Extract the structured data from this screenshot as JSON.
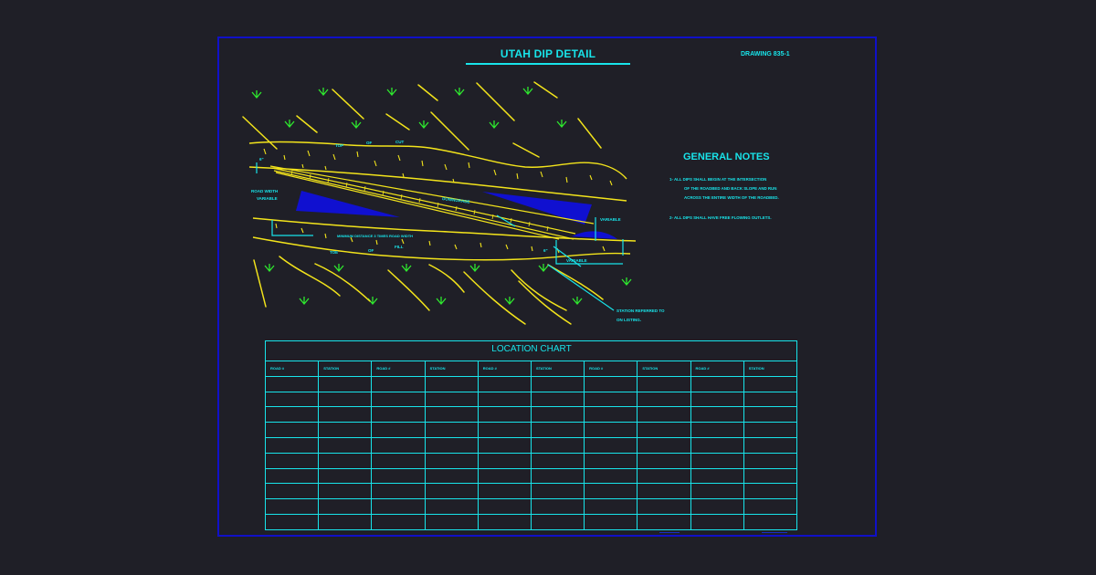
{
  "title": "UTAH DIP DETAIL",
  "drawing_number": "DRAWING 835-1",
  "general_notes": {
    "heading": "GENERAL NOTES",
    "lines": [
      "1- ALL DIPS SHALL BEGIN AT THE INTERSECTION",
      "OF THE ROADBED AND BACK SLOPE AND RUN",
      "ACROSS THE ENTIRE WIDTH OF THE ROADBED.",
      "2- ALL DIPS SHALL HAVE FREE FLOWING OUTLETS."
    ]
  },
  "detail_labels": {
    "top_of_cut": [
      "TOP",
      "OF",
      "CUT"
    ],
    "six_inch": "6\"",
    "road_width": "ROAD WIDTH",
    "variable": "VARIABLE",
    "downgrade": "DOWNGRADE",
    "minimum_distance": "MINIMUM DISTANCE 3 TIMES ROAD WIDTH",
    "toe_of_fill": [
      "TOE",
      "OF",
      "FILL"
    ],
    "station_note": [
      "STATION REFERRED TO",
      "ON LISTING."
    ]
  },
  "location_chart": {
    "title": "LOCATION CHART",
    "headers": [
      "ROAD #",
      "STATION",
      "ROAD #",
      "STATION",
      "ROAD #",
      "STATION",
      "ROAD #",
      "STATION",
      "ROAD #",
      "STATION"
    ],
    "empty_rows": 10
  },
  "colors": {
    "background": "#1f1f27",
    "border": "#1010c8",
    "text": "#18e4ea",
    "terrain": "#f3e41b",
    "vegetation": "#2ee82e",
    "fill_blue": "#1010d0"
  }
}
